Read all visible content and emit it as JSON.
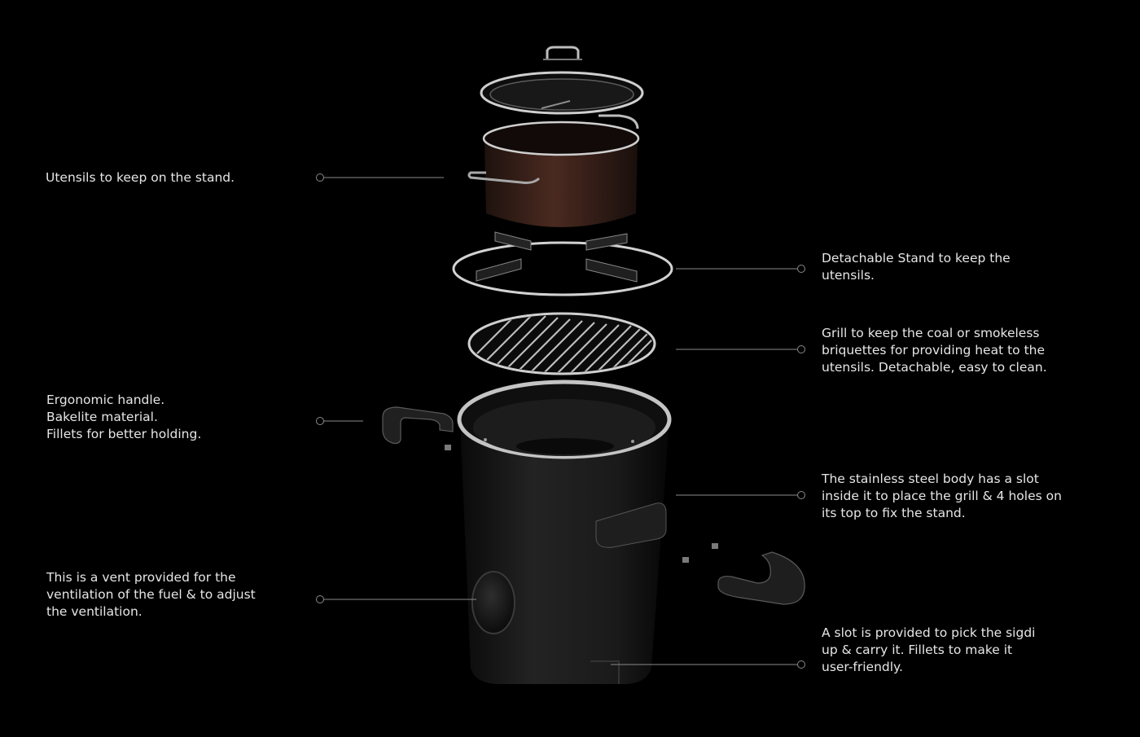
{
  "colors": {
    "background": "#000000",
    "text": "#e6e6e6",
    "leader_line": "#8a8a8a",
    "body": "#171717",
    "body_rim": "#b8b8b8",
    "pot": "#3a211a",
    "steel": "#c8c8c8"
  },
  "callouts": [
    {
      "id": "utensils",
      "lines": [
        "Utensils to keep on the stand."
      ]
    },
    {
      "id": "stand",
      "lines": [
        "Detachable Stand to keep the",
        "utensils."
      ]
    },
    {
      "id": "grill",
      "lines": [
        "Grill to keep the coal or smokeless",
        "briquettes for providing heat to the",
        "utensils. Detachable, easy to clean."
      ]
    },
    {
      "id": "handle",
      "lines": [
        "Ergonomic handle.",
        "Bakelite material.",
        "Fillets for better holding."
      ]
    },
    {
      "id": "body",
      "lines": [
        "The stainless steel body has a slot",
        "inside it to place the grill & 4 holes on",
        "its top to fix the stand."
      ]
    },
    {
      "id": "vent",
      "lines": [
        "This is a vent provided for the",
        "ventilation of the fuel & to adjust",
        "the ventilation."
      ]
    },
    {
      "id": "slot",
      "lines": [
        "A slot is provided to pick the sigdi",
        "up & carry it. Fillets to make it",
        "user-friendly."
      ]
    }
  ]
}
